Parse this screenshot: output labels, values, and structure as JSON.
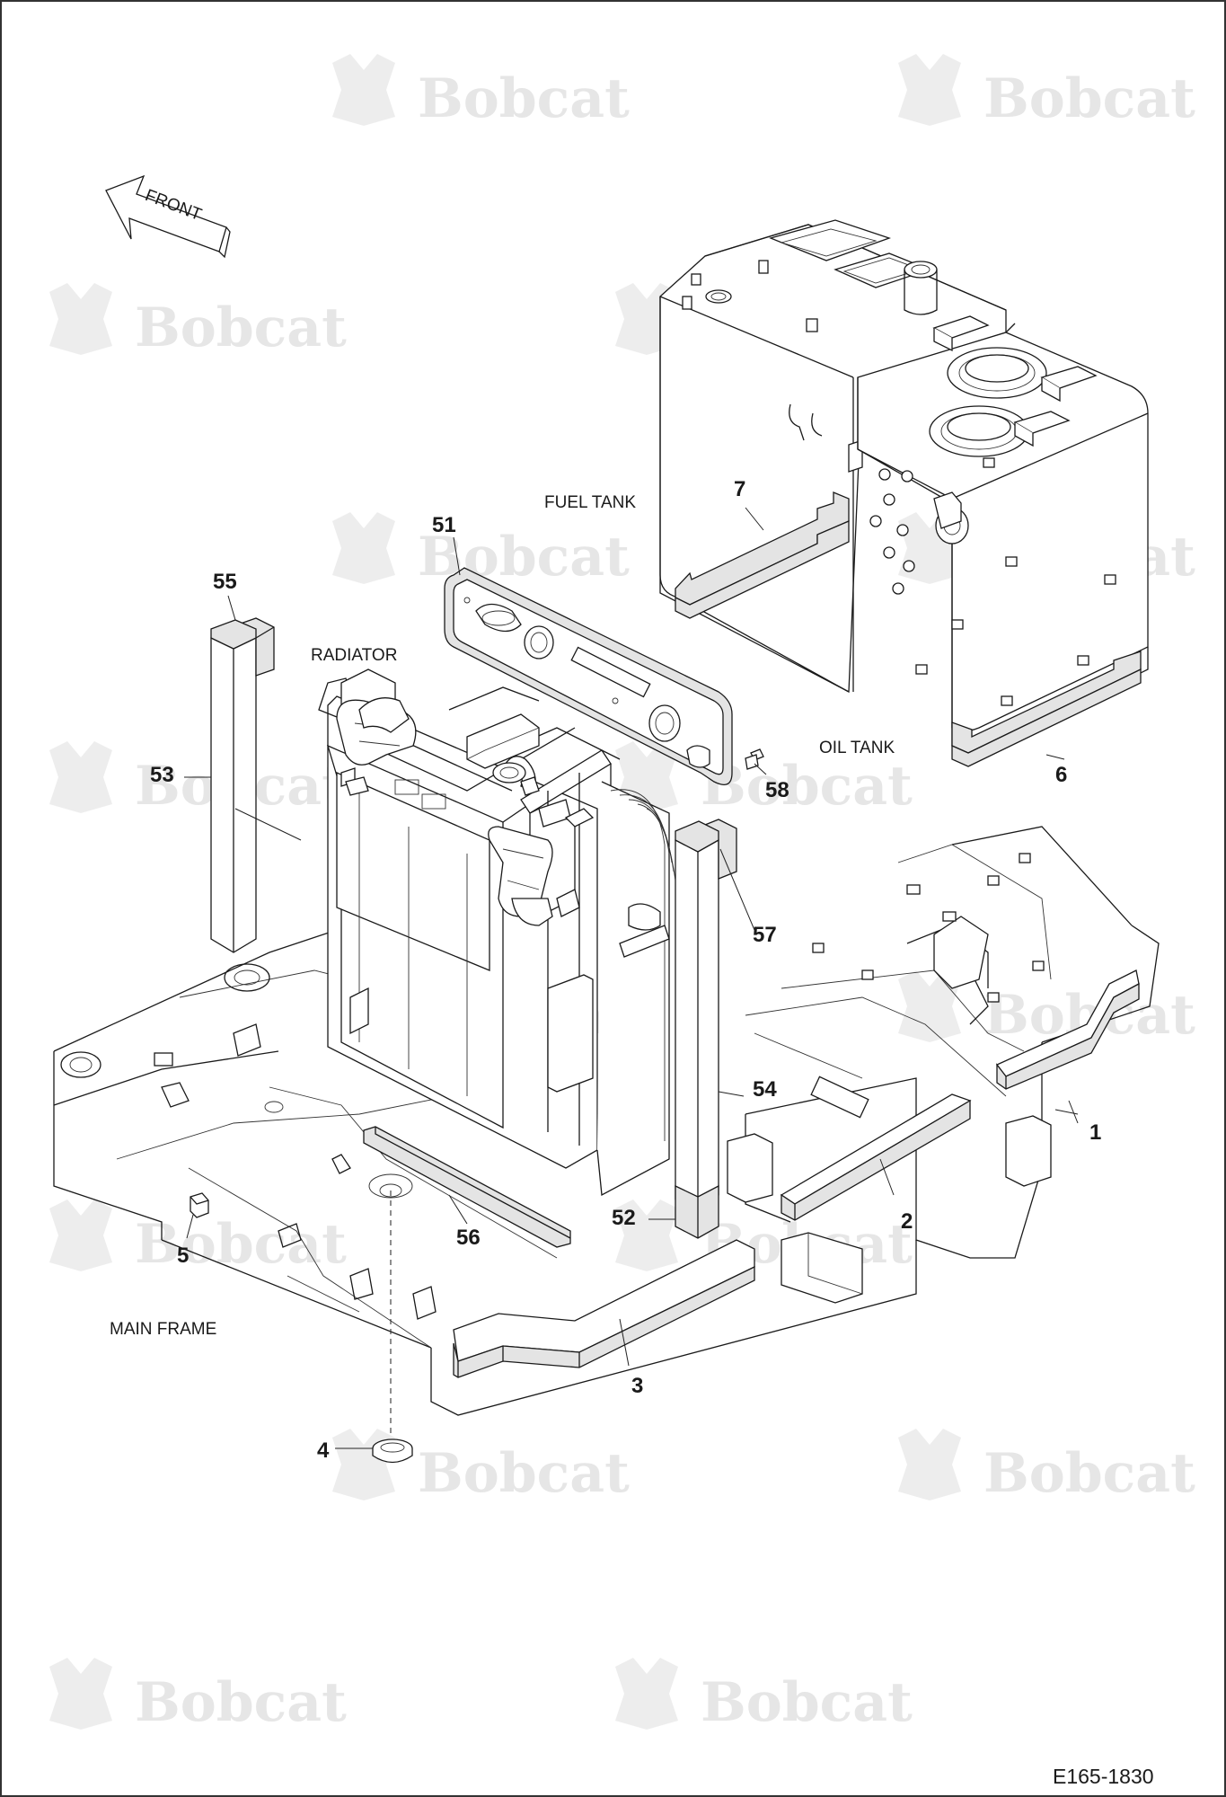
{
  "diagram": {
    "figure_code": "E165-1830",
    "front_indicator": "FRONT",
    "watermark": "Bobcat",
    "assembly_labels": {
      "fuel_tank": "FUEL TANK",
      "oil_tank": "OIL TANK",
      "radiator": "RADIATOR",
      "main_frame": "MAIN FRAME"
    },
    "callouts": [
      {
        "id": "c1",
        "label": "1"
      },
      {
        "id": "c2",
        "label": "2"
      },
      {
        "id": "c3",
        "label": "3"
      },
      {
        "id": "c4",
        "label": "4"
      },
      {
        "id": "c5",
        "label": "5"
      },
      {
        "id": "c6",
        "label": "6"
      },
      {
        "id": "c7",
        "label": "7"
      },
      {
        "id": "c51",
        "label": "51"
      },
      {
        "id": "c52",
        "label": "52"
      },
      {
        "id": "c53",
        "label": "53"
      },
      {
        "id": "c54",
        "label": "54"
      },
      {
        "id": "c55",
        "label": "55"
      },
      {
        "id": "c56",
        "label": "56"
      },
      {
        "id": "c57",
        "label": "57"
      },
      {
        "id": "c58",
        "label": "58"
      }
    ]
  }
}
